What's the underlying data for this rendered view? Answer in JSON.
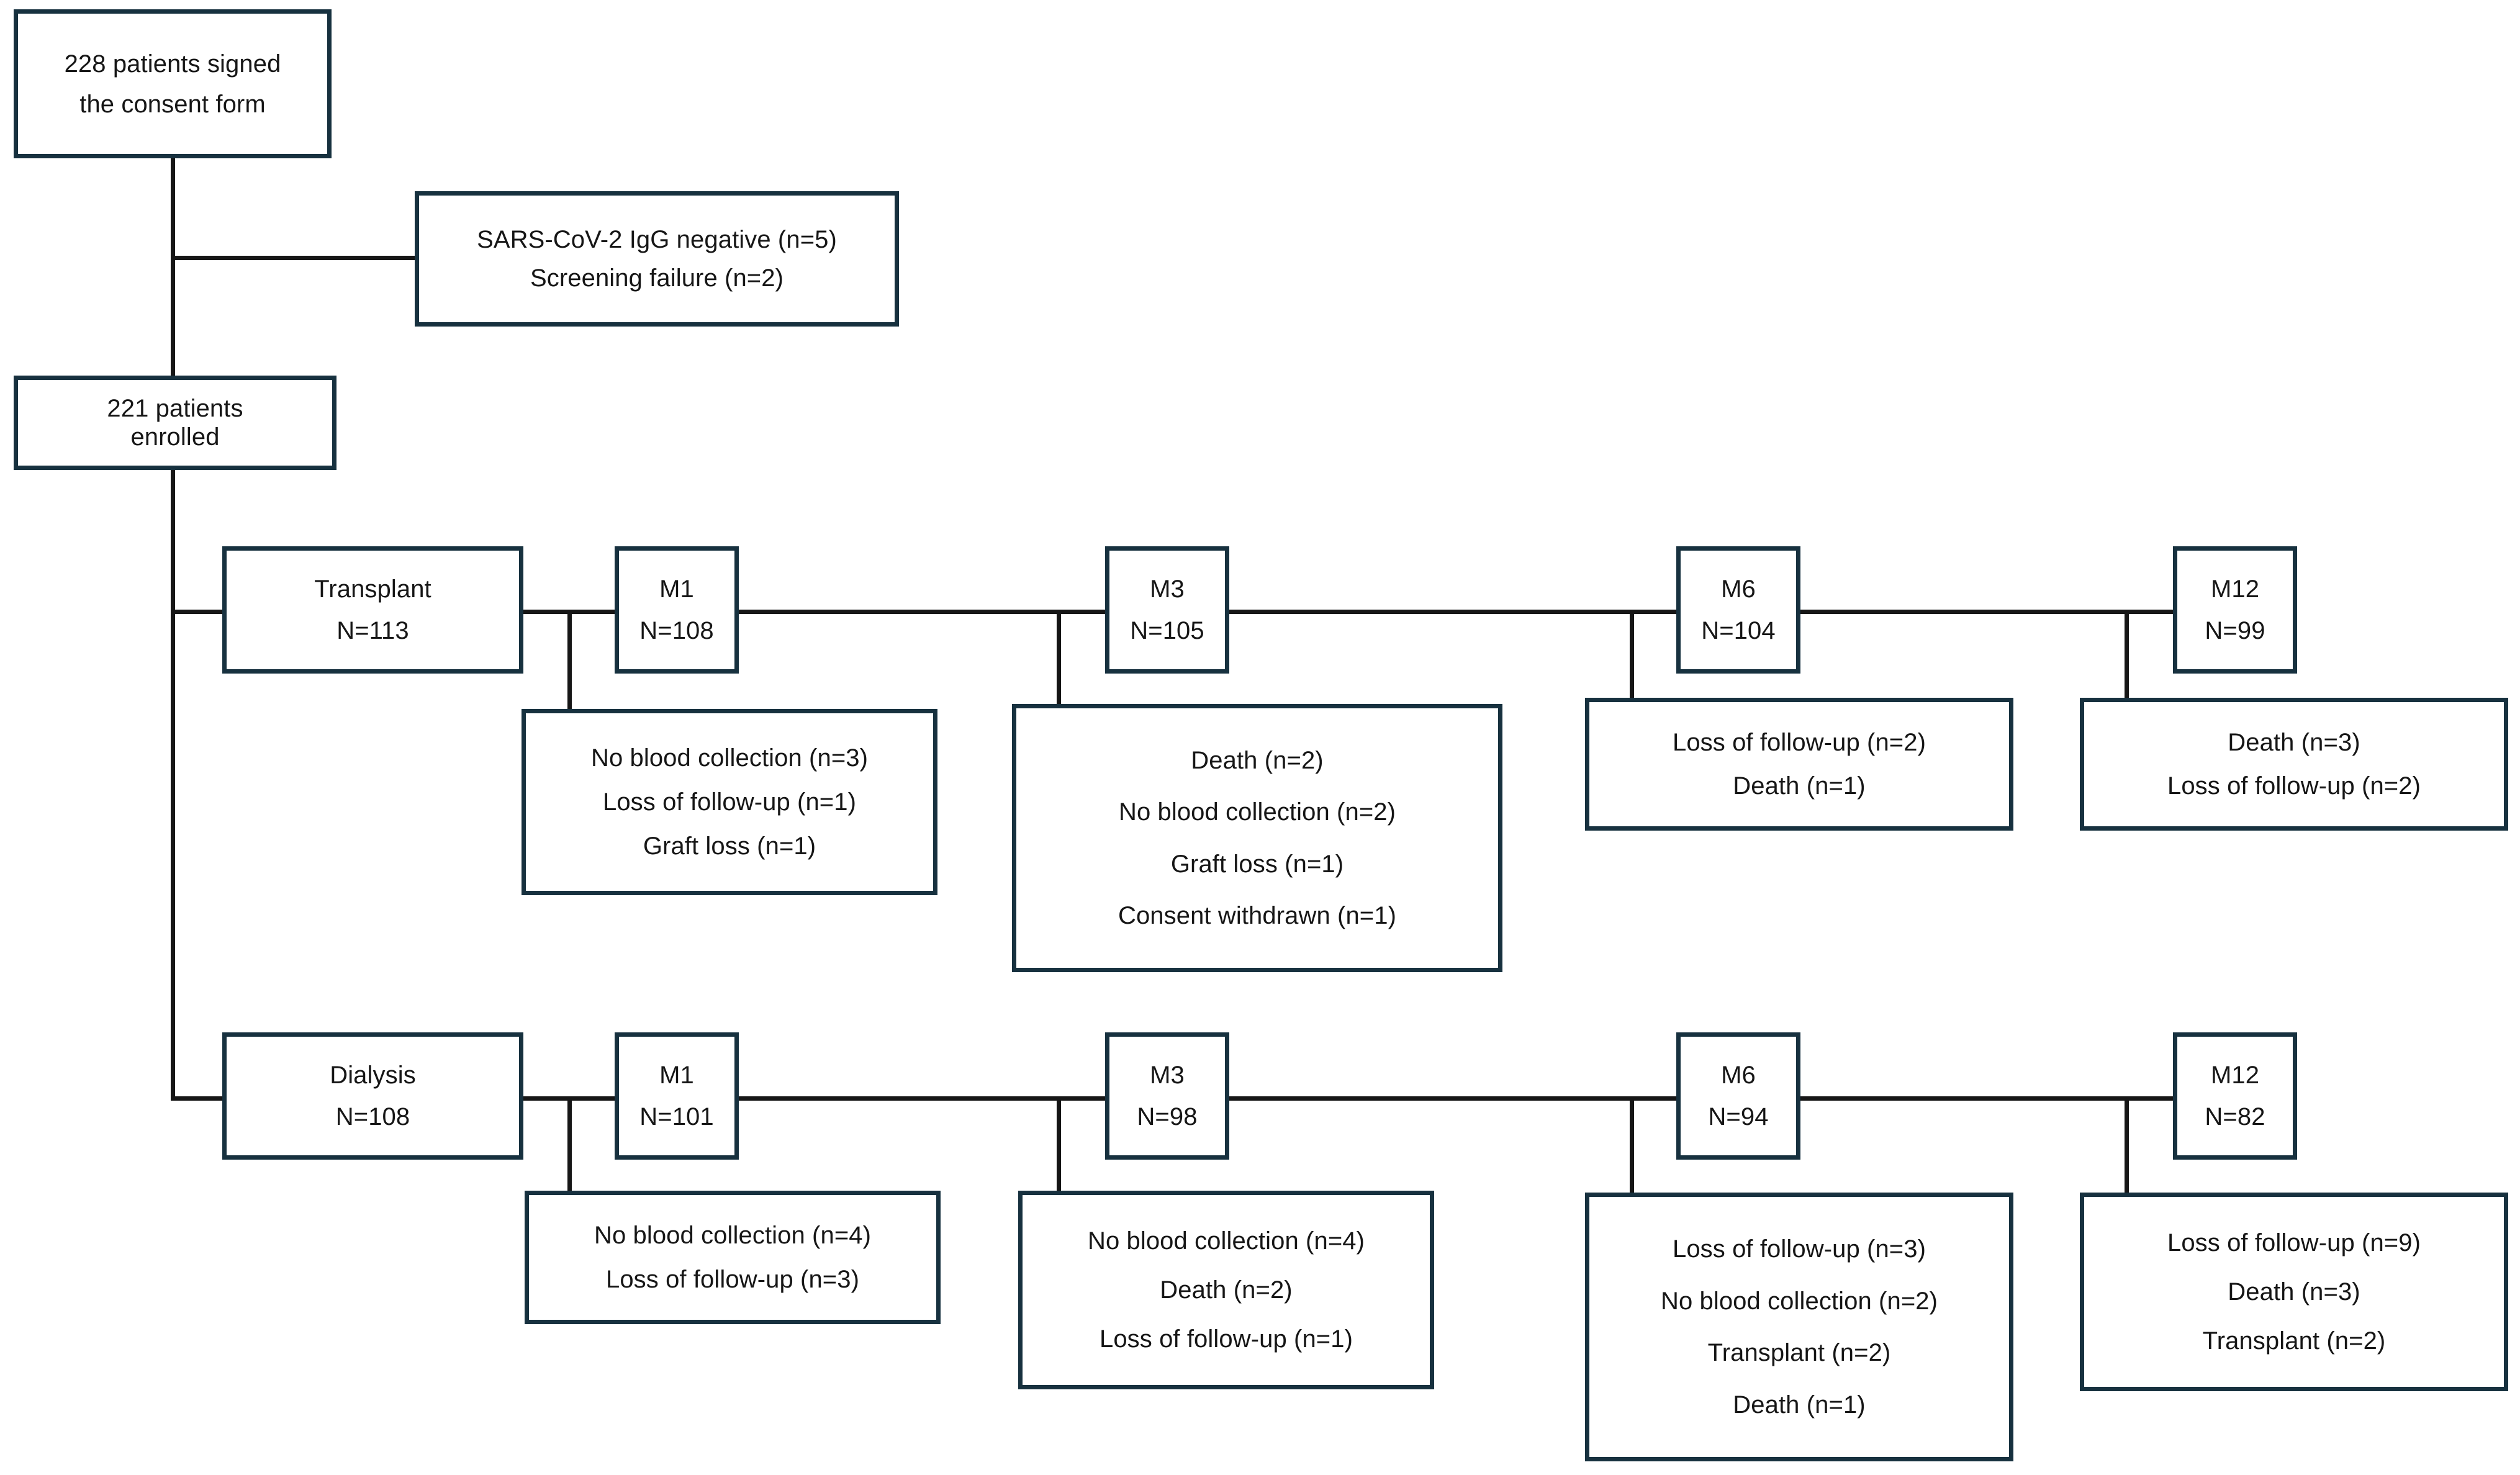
{
  "meta": {
    "title": "Patient enrollment and follow-up flow diagram",
    "box_border_color": "#17313f",
    "connector_color": "#161616",
    "background_color": "#ffffff"
  },
  "nodes": {
    "consent": {
      "lines": [
        "228 patients signed",
        "the consent form"
      ]
    },
    "exclusions": {
      "lines": [
        "SARS-CoV-2 IgG negative (n=5)",
        "Screening failure (n=2)"
      ]
    },
    "enrolled": {
      "lines": [
        "221 patients enrolled"
      ]
    },
    "transplant_arm": {
      "lines": [
        "Transplant",
        "N=113"
      ]
    },
    "transplant_m1": {
      "lines": [
        "M1",
        "N=108"
      ]
    },
    "transplant_m3": {
      "lines": [
        "M3",
        "N=105"
      ]
    },
    "transplant_m6": {
      "lines": [
        "M6",
        "N=104"
      ]
    },
    "transplant_m12": {
      "lines": [
        "M12",
        "N=99"
      ]
    },
    "transplant_m1_dropouts": {
      "lines": [
        "No blood collection (n=3)",
        "Loss of follow-up (n=1)",
        "Graft loss (n=1)"
      ]
    },
    "transplant_m3_dropouts": {
      "lines": [
        "Death (n=2)",
        "No blood collection (n=2)",
        "Graft loss (n=1)",
        "Consent withdrawn (n=1)"
      ]
    },
    "transplant_m6_dropouts": {
      "lines": [
        "Loss of follow-up (n=2)",
        "Death (n=1)"
      ]
    },
    "transplant_m12_dropouts": {
      "lines": [
        "Death (n=3)",
        "Loss of follow-up (n=2)"
      ]
    },
    "dialysis_arm": {
      "lines": [
        "Dialysis",
        "N=108"
      ]
    },
    "dialysis_m1": {
      "lines": [
        "M1",
        "N=101"
      ]
    },
    "dialysis_m3": {
      "lines": [
        "M3",
        "N=98"
      ]
    },
    "dialysis_m6": {
      "lines": [
        "M6",
        "N=94"
      ]
    },
    "dialysis_m12": {
      "lines": [
        "M12",
        "N=82"
      ]
    },
    "dialysis_m1_dropouts": {
      "lines": [
        "No blood collection (n=4)",
        "Loss of follow-up (n=3)"
      ]
    },
    "dialysis_m3_dropouts": {
      "lines": [
        "No blood collection (n=4)",
        "Death (n=2)",
        "Loss of follow-up (n=1)"
      ]
    },
    "dialysis_m6_dropouts": {
      "lines": [
        "Loss of follow-up (n=3)",
        "No blood collection (n=2)",
        "Transplant (n=2)",
        "Death (n=1)"
      ]
    },
    "dialysis_m12_dropouts": {
      "lines": [
        "Loss of follow-up (n=9)",
        "Death (n=3)",
        "Transplant (n=2)"
      ]
    }
  },
  "chart_data": {
    "type": "diagram",
    "title": "Patient enrollment and follow-up flow diagram",
    "screened": 228,
    "excluded": [
      {
        "reason": "SARS-CoV-2 IgG negative",
        "n": 5
      },
      {
        "reason": "Screening failure",
        "n": 2
      }
    ],
    "enrolled": 221,
    "arms": [
      {
        "name": "Transplant",
        "baseline_n": 113,
        "visits": [
          {
            "label": "M1",
            "n": 108,
            "dropouts": [
              {
                "reason": "No blood collection",
                "n": 3
              },
              {
                "reason": "Loss of follow-up",
                "n": 1
              },
              {
                "reason": "Graft loss",
                "n": 1
              }
            ]
          },
          {
            "label": "M3",
            "n": 105,
            "dropouts": [
              {
                "reason": "Death",
                "n": 2
              },
              {
                "reason": "No blood collection",
                "n": 2
              },
              {
                "reason": "Graft loss",
                "n": 1
              },
              {
                "reason": "Consent withdrawn",
                "n": 1
              }
            ]
          },
          {
            "label": "M6",
            "n": 104,
            "dropouts": [
              {
                "reason": "Loss of follow-up",
                "n": 2
              },
              {
                "reason": "Death",
                "n": 1
              }
            ]
          },
          {
            "label": "M12",
            "n": 99,
            "dropouts": [
              {
                "reason": "Death",
                "n": 3
              },
              {
                "reason": "Loss of follow-up",
                "n": 2
              }
            ]
          }
        ]
      },
      {
        "name": "Dialysis",
        "baseline_n": 108,
        "visits": [
          {
            "label": "M1",
            "n": 101,
            "dropouts": [
              {
                "reason": "No blood collection",
                "n": 4
              },
              {
                "reason": "Loss of follow-up",
                "n": 3
              }
            ]
          },
          {
            "label": "M3",
            "n": 98,
            "dropouts": [
              {
                "reason": "No blood collection",
                "n": 4
              },
              {
                "reason": "Death",
                "n": 2
              },
              {
                "reason": "Loss of follow-up",
                "n": 1
              }
            ]
          },
          {
            "label": "M6",
            "n": 94,
            "dropouts": [
              {
                "reason": "Loss of follow-up",
                "n": 3
              },
              {
                "reason": "No blood collection",
                "n": 2
              },
              {
                "reason": "Transplant",
                "n": 2
              },
              {
                "reason": "Death",
                "n": 1
              }
            ]
          },
          {
            "label": "M12",
            "n": 82,
            "dropouts": [
              {
                "reason": "Loss of follow-up",
                "n": 9
              },
              {
                "reason": "Death",
                "n": 3
              },
              {
                "reason": "Transplant",
                "n": 2
              }
            ]
          }
        ]
      }
    ]
  }
}
